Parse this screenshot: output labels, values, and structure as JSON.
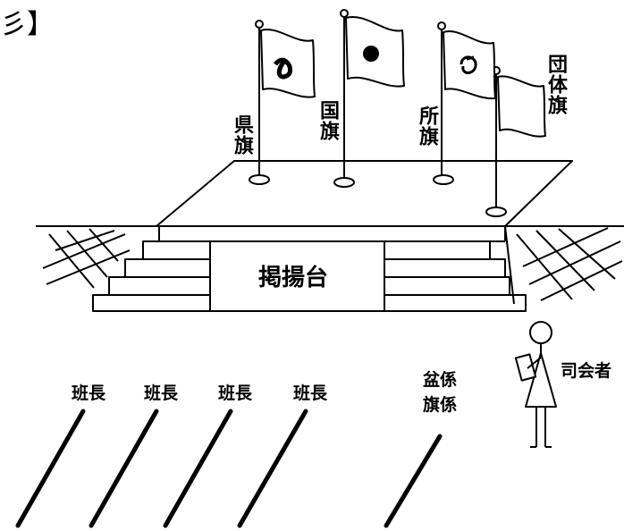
{
  "corner_text": "彡】",
  "flags": {
    "prefecture": "県旗",
    "national": "国旗",
    "office": "所旗",
    "group": "団体旗"
  },
  "stage_label": "掲揚台",
  "leaders": [
    "班長",
    "班長",
    "班長",
    "班長"
  ],
  "role_box_line1": "盆係",
  "role_box_line2": "旗係",
  "mc_label": "司会者"
}
